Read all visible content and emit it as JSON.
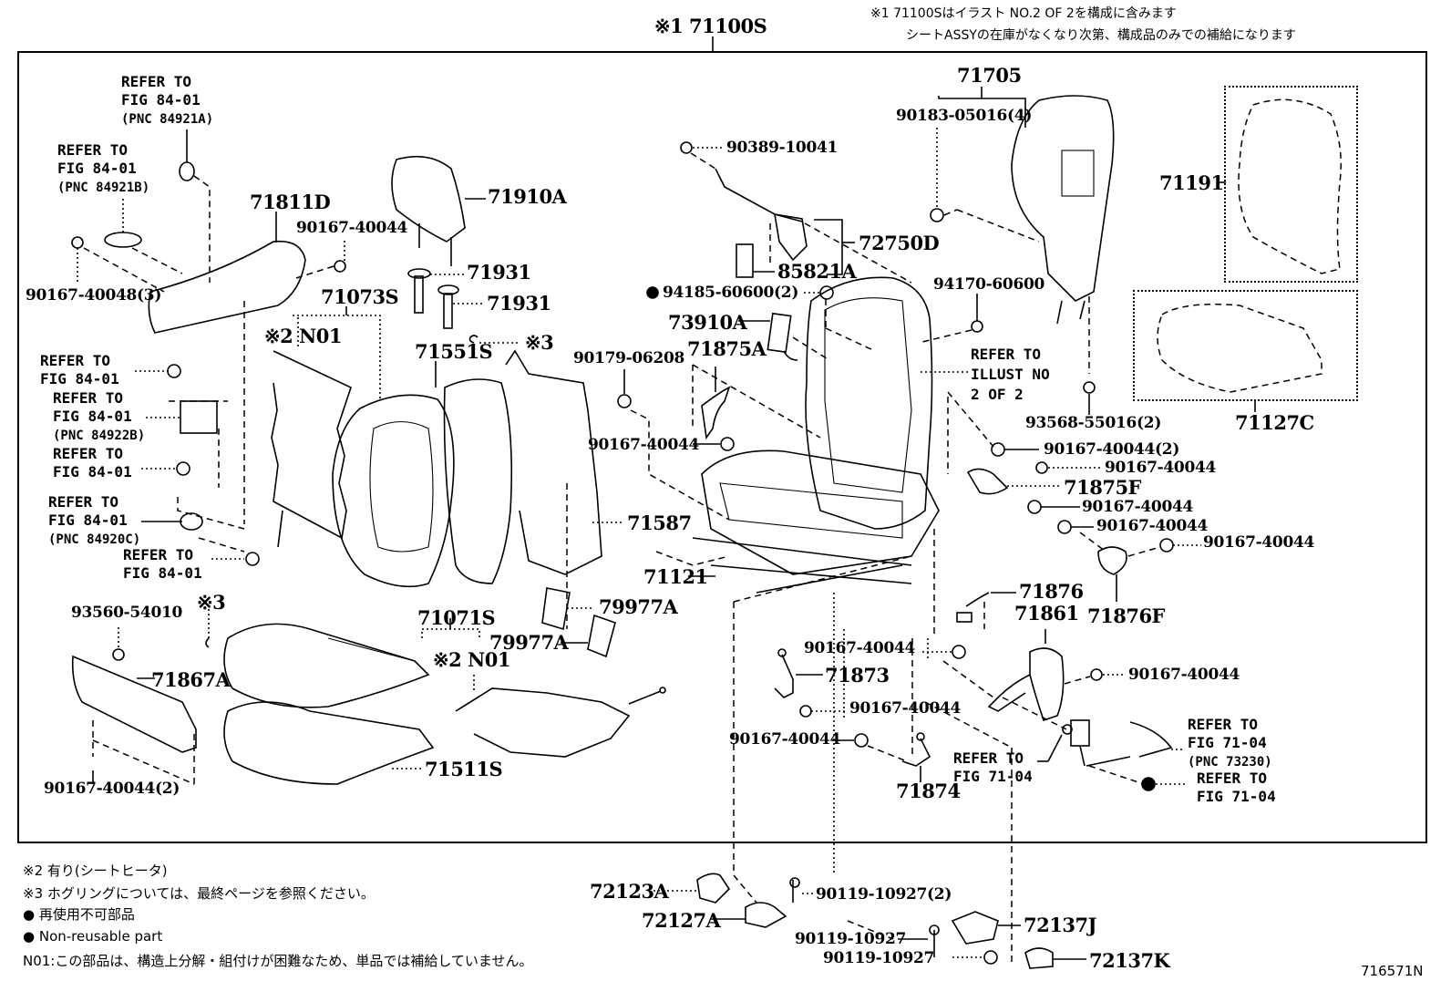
{
  "header": {
    "assembly_label": "※1 71100S",
    "note_line1": "※1 71100Sはイラスト NO.2 OF 2を構成に含みます",
    "note_line2": "シートASSYの在庫がなくなり次第、構成品のみでの補給になります"
  },
  "labels": {
    "refer_84921A": [
      "REFER TO",
      "FIG 84-01",
      "(PNC 84921A)"
    ],
    "refer_84921B": [
      "REFER TO",
      "FIG 84-01",
      "(PNC 84921B)"
    ],
    "p_90167_40048_3": "90167-40048(3)",
    "p_71811D": "71811D",
    "p_90167_40044_a": "90167-40044",
    "p_71910A": "71910A",
    "p_71931_a": "71931",
    "p_71931_b": "71931",
    "p_71073S": "71073S",
    "n01_a": "※2 N01",
    "p_71551S": "71551S",
    "hog_ring_a": "※3",
    "refer_fig_a": [
      "REFER TO",
      "FIG 84-01"
    ],
    "refer_84922B": [
      "REFER TO",
      "FIG 84-01",
      "(PNC 84922B)"
    ],
    "refer_fig_b": [
      "REFER TO",
      "FIG 84-01"
    ],
    "refer_84920C": [
      "REFER TO",
      "FIG 84-01",
      "(PNC 84920C)"
    ],
    "refer_fig_c": [
      "REFER TO",
      "FIG 84-01"
    ],
    "p_93560_54010": "93560-54010",
    "hog_ring_b": "※3",
    "p_71867A": "71867A",
    "p_90167_40044_2_left": "90167-40044(2)",
    "p_71071S": "71071S",
    "n01_b": "※2 N01",
    "p_71511S": "71511S",
    "p_71587": "71587",
    "p_79977A_a": "79977A",
    "p_79977A_b": "79977A",
    "p_71121": "71121",
    "p_90389_10041": "90389-10041",
    "p_72750D": "72750D",
    "p_85821A": "85821A",
    "p_94185_60600_2": "94185-60600(2)",
    "p_73910A": "73910A",
    "p_71875A": "71875A",
    "p_90179_06208": "90179-06208",
    "p_90167_40044_b": "90167-40044",
    "p_71705": "71705",
    "p_90183_05016_4": "90183-05016(4)",
    "p_94170_60600": "94170-60600",
    "refer_illust": [
      "REFER TO",
      "ILLUST NO",
      "2 OF 2"
    ],
    "p_93568_55016_2": "93568-55016(2)",
    "p_71191": "71191",
    "p_71127C": "71127C",
    "p_90167_40044_2_right": "90167-40044(2)",
    "p_90167_40044_c": "90167-40044",
    "p_71875F": "71875F",
    "p_90167_40044_d": "90167-40044",
    "p_90167_40044_e": "90167-40044",
    "p_90167_40044_f": "90167-40044",
    "p_71876": "71876",
    "p_71861": "71861",
    "p_71876F": "71876F",
    "p_90167_40044_g": "90167-40044",
    "p_90167_40044_h": "90167-40044",
    "p_71873": "71873",
    "p_90167_40044_i": "90167-40044",
    "p_90167_40044_j": "90167-40044",
    "p_71874": "71874",
    "refer_71_04_a": [
      "REFER TO",
      "FIG 71-04"
    ],
    "refer_73230": [
      "REFER TO",
      "FIG 71-04",
      "(PNC 73230)"
    ],
    "refer_71_04_b": [
      "REFER TO",
      "FIG 71-04"
    ],
    "p_72123A": "72123A",
    "p_72127A": "72127A",
    "p_90119_10927_2": "90119-10927(2)",
    "p_90119_10927_a": "90119-10927",
    "p_90119_10927_b": "90119-10927",
    "p_72137J": "72137J",
    "p_72137K": "72137K"
  },
  "footnotes": {
    "note2": "※2 有り(シートヒータ)",
    "note3": "※3  ホグリングについては、最終ページを参照ください。",
    "nonreuse_jp": "● 再使用不可部品",
    "nonreuse_en": "● Non-reusable part",
    "n01": "N01:この部品は、構造上分解・組付けが困難なため、単品では補給していません。"
  },
  "illustration_id": "716571N"
}
